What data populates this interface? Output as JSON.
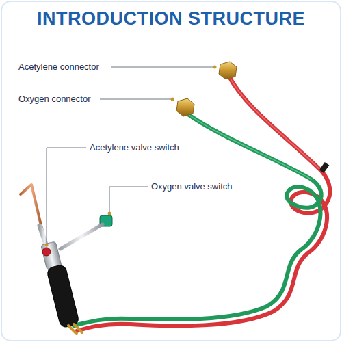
{
  "diagram": {
    "title": "INTRODUCTION STRUCTURE",
    "labels": [
      "Acetylene connector",
      "Oxygen connector",
      "Acetylene valve switch",
      "Oxygen valve switch"
    ]
  }
}
